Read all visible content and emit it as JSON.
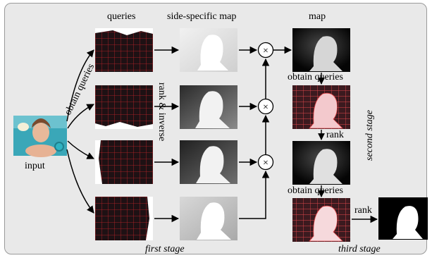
{
  "columns": {
    "queries": "queries",
    "side_specific_map": "side-specific map",
    "map": "map"
  },
  "labels": {
    "obtain_queries_left": "obtain queries",
    "rank_inverse": "rank & inverse",
    "input": "input",
    "obtain_queries_1": "obtain queries",
    "rank": "rank",
    "obtain_queries_2": "obtain queries",
    "rank_final": "rank",
    "multiply": "×"
  },
  "stages": {
    "first": "first stage",
    "second": "second stage",
    "third": "third stage"
  },
  "colors": {
    "grid_line": "#d9262b",
    "query_bg": "#1e1114",
    "panel_bg": "#e9e9e9",
    "input_water": "#3aa7b8"
  }
}
